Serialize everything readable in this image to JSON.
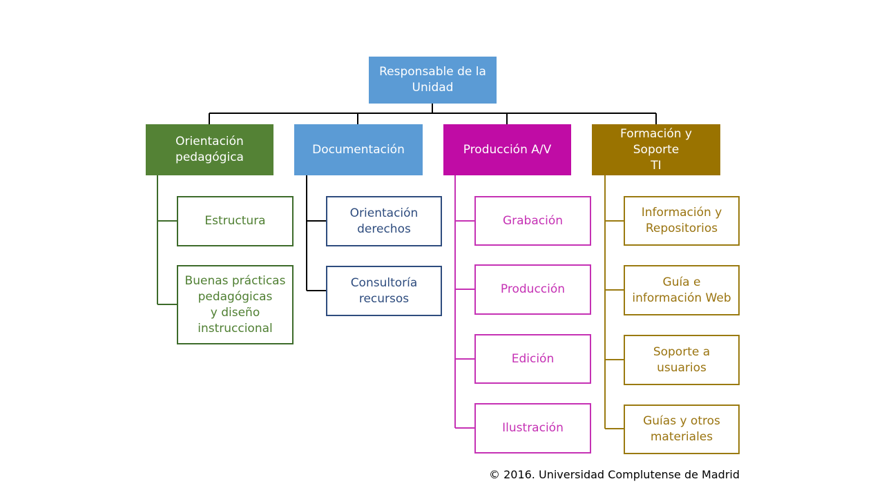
{
  "root": {
    "label": "Responsable de la\nUnidad"
  },
  "branches": [
    {
      "label": "Orientación\npedagógica",
      "children": [
        "Estructura",
        "Buenas prácticas\npedagógicas\ny diseño\ninstruccional"
      ]
    },
    {
      "label": "Documentación",
      "children": [
        "Orientación\nderechos",
        "Consultoría\nrecursos"
      ]
    },
    {
      "label": "Producción A/V",
      "children": [
        "Grabación",
        "Producción",
        "Edición",
        "Ilustración"
      ]
    },
    {
      "label": "Formación y Soporte\nTI",
      "children": [
        "Información y\nRepositorios",
        "Guía e\ninformación Web",
        "Soporte a\nusuarios",
        "Guías y otros\nmateriales"
      ]
    }
  ],
  "footer": "© 2016. Universidad Complutense de Madrid",
  "colors": {
    "root": "#5b9bd5",
    "orientacion": "#548235",
    "documentacion": "#5b9bd5",
    "produccion": "#c00ca5",
    "formacion": "#9a7300"
  }
}
